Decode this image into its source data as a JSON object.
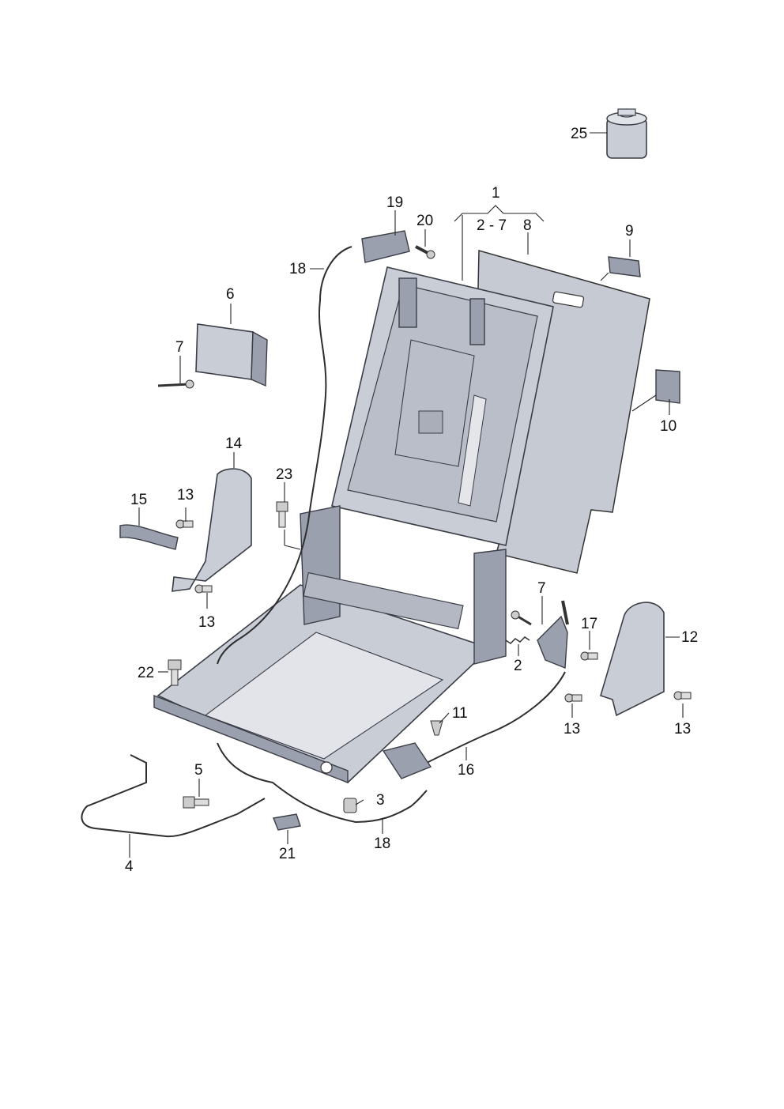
{
  "callouts": [
    {
      "id": "c1",
      "text": "1"
    },
    {
      "id": "c2_7",
      "text": "2 - 7"
    },
    {
      "id": "c8",
      "text": "8"
    },
    {
      "id": "c9",
      "text": "9"
    },
    {
      "id": "c10",
      "text": "10"
    },
    {
      "id": "c25",
      "text": "25"
    },
    {
      "id": "c19",
      "text": "19"
    },
    {
      "id": "c20",
      "text": "20"
    },
    {
      "id": "c18a",
      "text": "18"
    },
    {
      "id": "c6",
      "text": "6"
    },
    {
      "id": "c7a",
      "text": "7"
    },
    {
      "id": "c14",
      "text": "14"
    },
    {
      "id": "c15",
      "text": "15"
    },
    {
      "id": "c13a",
      "text": "13"
    },
    {
      "id": "c13b",
      "text": "13"
    },
    {
      "id": "c23",
      "text": "23"
    },
    {
      "id": "c7b",
      "text": "7"
    },
    {
      "id": "c2",
      "text": "2"
    },
    {
      "id": "c17",
      "text": "17"
    },
    {
      "id": "c12",
      "text": "12"
    },
    {
      "id": "c13c",
      "text": "13"
    },
    {
      "id": "c13d",
      "text": "13"
    },
    {
      "id": "c22",
      "text": "22"
    },
    {
      "id": "c11",
      "text": "11"
    },
    {
      "id": "c16",
      "text": "16"
    },
    {
      "id": "c5",
      "text": "5"
    },
    {
      "id": "c3",
      "text": "3"
    },
    {
      "id": "c18b",
      "text": "18"
    },
    {
      "id": "c4",
      "text": "4"
    },
    {
      "id": "c21",
      "text": "21"
    }
  ],
  "colors": {
    "part_fill": "#c9cdd6",
    "part_shade": "#9aa0ad",
    "outline": "#3a3d45",
    "label": "#111111"
  }
}
